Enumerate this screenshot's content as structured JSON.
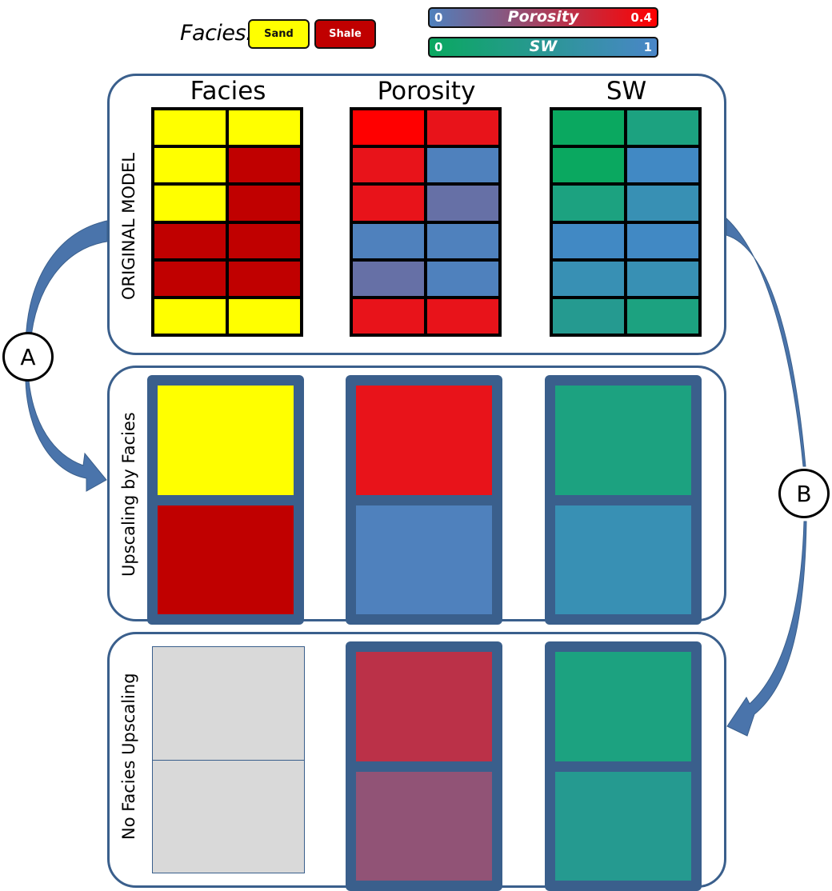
{
  "legend": {
    "facies_label": "Facies:",
    "facies": [
      {
        "name": "Sand",
        "color": "#ffff00"
      },
      {
        "name": "Shale",
        "color": "#c00000"
      }
    ],
    "colorbars": [
      {
        "name": "Porosity",
        "min": "0",
        "max": "0.4",
        "color_min": "#4f81bd",
        "color_max": "#ff0000"
      },
      {
        "name": "SW",
        "min": "0",
        "max": "1",
        "color_min": "#0aa860",
        "color_max": "#4a86c8"
      }
    ]
  },
  "columns": [
    "Facies",
    "Porosity",
    "SW"
  ],
  "panels": {
    "original": {
      "label": "ORIGINAL MODEL",
      "facies": [
        [
          "#ffff00",
          "#ffff00"
        ],
        [
          "#ffff00",
          "#c00000"
        ],
        [
          "#ffff00",
          "#c00000"
        ],
        [
          "#c00000",
          "#c00000"
        ],
        [
          "#c00000",
          "#c00000"
        ],
        [
          "#ffff00",
          "#ffff00"
        ]
      ],
      "porosity": [
        [
          "#ff0000",
          "#e8131a"
        ],
        [
          "#e8131a",
          "#4f81bd"
        ],
        [
          "#e8131a",
          "#6670a6"
        ],
        [
          "#4f81bd",
          "#4f81bd"
        ],
        [
          "#6670a6",
          "#4f81bd"
        ],
        [
          "#e8131a",
          "#e8131a"
        ]
      ],
      "sw": [
        [
          "#0aa860",
          "#1ca280"
        ],
        [
          "#0aa860",
          "#4189c4"
        ],
        [
          "#1ca280",
          "#3890b4"
        ],
        [
          "#4189c4",
          "#4189c4"
        ],
        [
          "#3890b4",
          "#3890b4"
        ],
        [
          "#259a90",
          "#1ca280"
        ]
      ]
    },
    "upscaling_by_facies": {
      "label": "Upscaling  by Facies",
      "facies": [
        "#ffff00",
        "#c00000"
      ],
      "porosity": [
        "#e8131a",
        "#4f81bd"
      ],
      "sw": [
        "#1ca280",
        "#3890b4"
      ]
    },
    "no_facies_upscaling": {
      "label": "No Facies Upscaling",
      "facies": [
        "#d9d9d9",
        "#d9d9d9"
      ],
      "porosity": [
        "#bb3148",
        "#915376"
      ],
      "sw": [
        "#1ca280",
        "#259a90"
      ]
    }
  },
  "workflows": [
    {
      "id": "A",
      "from": "ORIGINAL MODEL",
      "to": "Upscaling  by Facies"
    },
    {
      "id": "B",
      "from": "ORIGINAL MODEL",
      "to": "No Facies Upscaling"
    }
  ],
  "style": {
    "accent": "#3a5f8c",
    "arrow": "#4a74ab"
  }
}
